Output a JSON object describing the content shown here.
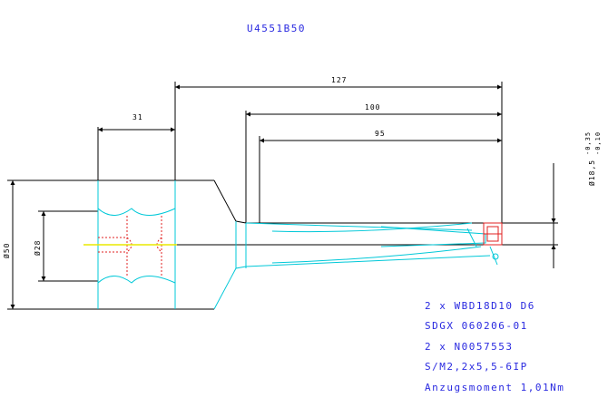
{
  "drawing": {
    "part_number": "U4551B50",
    "dimensions": {
      "overall_length": "127",
      "length_100": "100",
      "length_95": "95",
      "shank_length": "31",
      "diameter_50": "Ø50",
      "diameter_28": "Ø28",
      "tip_diameter": "Ø18,5",
      "tip_tol_upper": "-0,35",
      "tip_tol_lower": "-0,10"
    },
    "parts_list": [
      "2 x WBD18D10 D6",
      "SDGX 060206-01",
      "2 x N0057553",
      "S/M2,2x5,5-6IP",
      "Anzugsmoment 1,01Nm"
    ],
    "colors": {
      "outline": "#000000",
      "hidden_lines": "#00c8d8",
      "insert": "#e02020",
      "centerline": "#e8e800",
      "text": "#2a2ae0"
    }
  }
}
